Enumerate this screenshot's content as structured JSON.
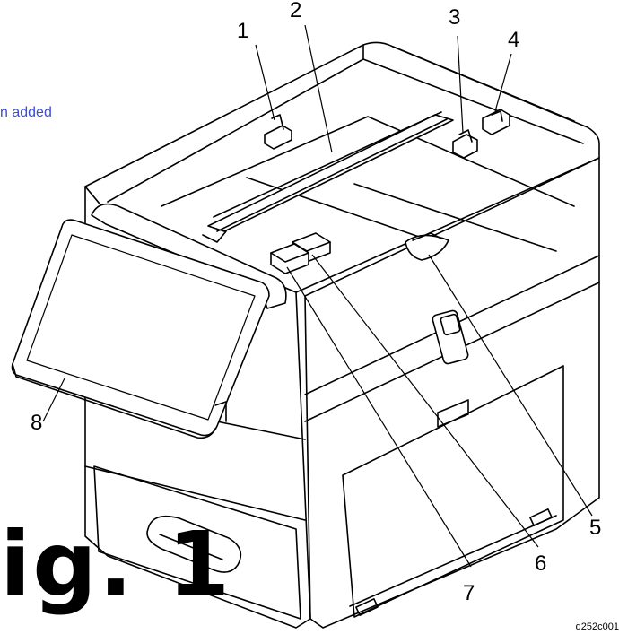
{
  "callouts": [
    {
      "id": "1",
      "label": "1"
    },
    {
      "id": "2",
      "label": "2"
    },
    {
      "id": "3",
      "label": "3"
    },
    {
      "id": "4",
      "label": "4"
    },
    {
      "id": "5",
      "label": "5"
    },
    {
      "id": "6",
      "label": "6"
    },
    {
      "id": "7",
      "label": "7"
    },
    {
      "id": "8",
      "label": "8"
    }
  ],
  "note_text": "n added",
  "figure_label": "ig. 1",
  "doc_id": "d252c001",
  "colors": {
    "line": "#000000",
    "note": "#3a4ed8",
    "background": "#ffffff"
  }
}
